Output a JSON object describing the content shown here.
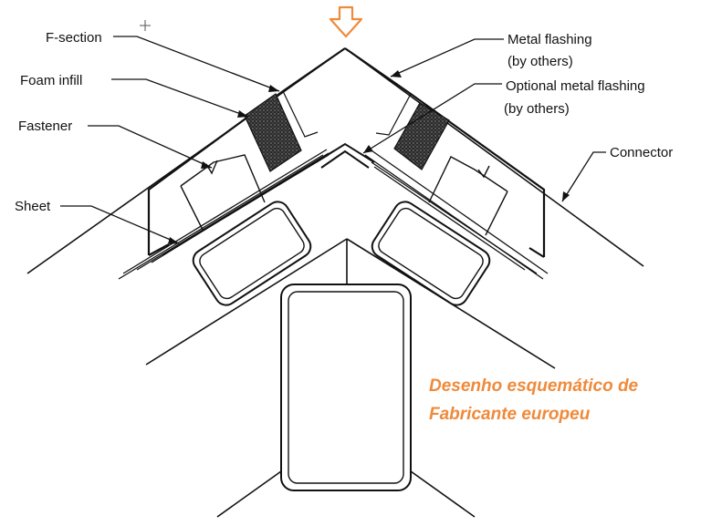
{
  "labels": {
    "f_section": "F-section",
    "foam_infill": "Foam infill",
    "fastener": "Fastener",
    "sheet": "Sheet",
    "metal_flashing_1": "Metal flashing",
    "metal_flashing_2": "(by others)",
    "optional_flashing_1": "Optional metal flashing",
    "optional_flashing_2": "(by others)",
    "connector": "Connector"
  },
  "caption": {
    "line1": "Desenho esquemático de",
    "line2": "Fabricante europeu"
  },
  "colors": {
    "line": "#111111",
    "accent": "#ef8a3a",
    "foam": "#2a2a2a"
  },
  "icons": {
    "load_arrow": "down-arrow-icon"
  }
}
